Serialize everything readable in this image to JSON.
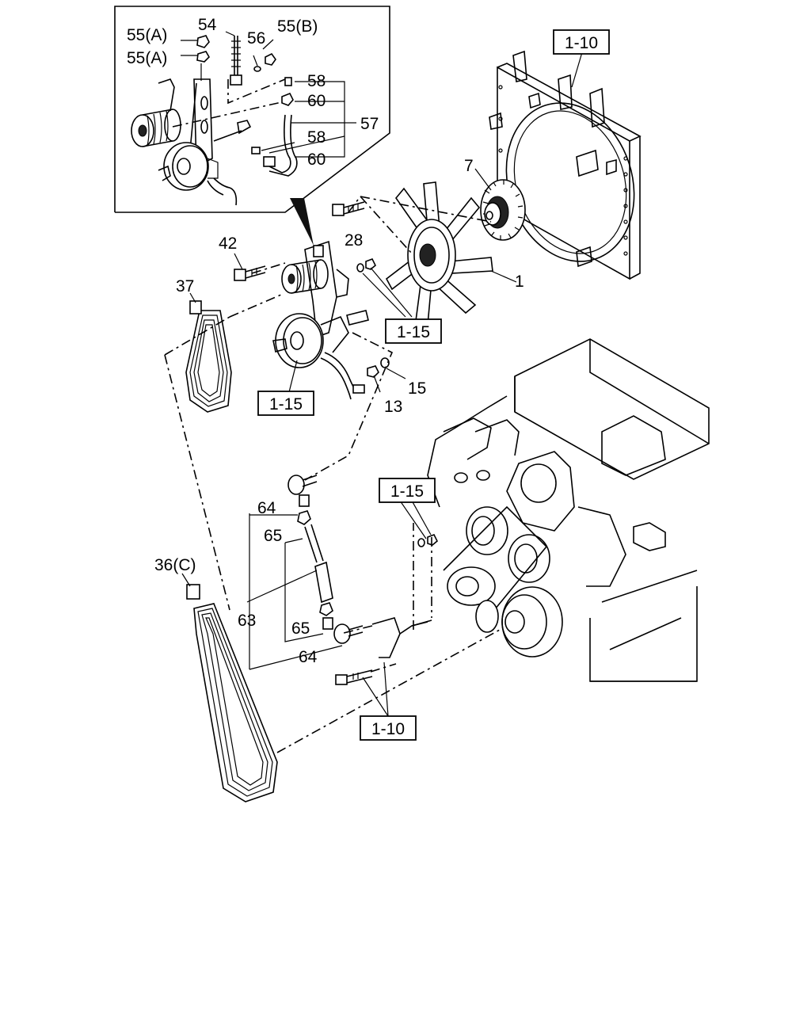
{
  "callouts": {
    "c55a1": "55(A)",
    "c55a2": "55(A)",
    "c54": "54",
    "c56": "56",
    "c55b": "55(B)",
    "c58a": "58",
    "c60a": "60",
    "c57": "57",
    "c58b": "58",
    "c60b": "60",
    "c7": "7",
    "c28": "28",
    "c42": "42",
    "c1": "1",
    "c37": "37",
    "c15": "15",
    "c13": "13",
    "c64a": "64",
    "c65a": "65",
    "c36c": "36(C)",
    "c63": "63",
    "c65b": "65",
    "c64b": "64"
  },
  "refs": {
    "r110_top": "1-10",
    "r115_fan": "1-15",
    "r115_left": "1-15",
    "r115_mid": "1-15",
    "r110_bottom": "1-10"
  }
}
